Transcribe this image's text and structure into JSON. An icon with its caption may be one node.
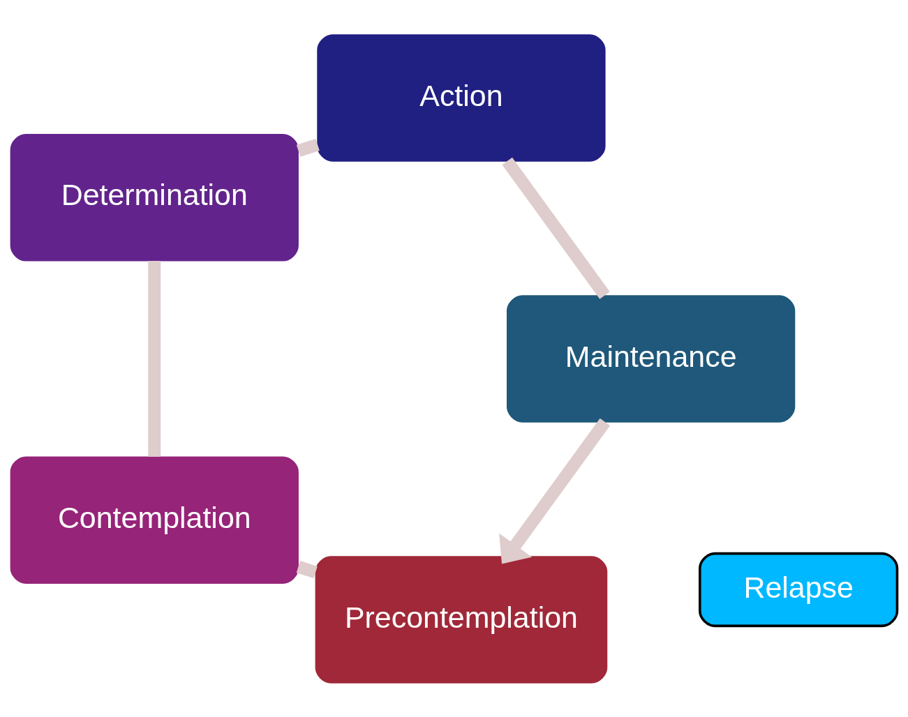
{
  "diagram": {
    "nodes": [
      {
        "text": [
          "Precontemplation"
        ]
      },
      {
        "text": [
          "Contemplation"
        ]
      },
      {
        "text": [
          "Determination"
        ]
      },
      {
        "text": [
          "Action"
        ]
      },
      {
        "text": [
          "Maintenance"
        ]
      },
      {
        "text": [
          "Relapse"
        ]
      }
    ],
    "edges": [
      {
        "from": 0,
        "to": 1,
        "arrow": "none"
      },
      {
        "from": 1,
        "to": 2,
        "arrow": "none"
      },
      {
        "from": 2,
        "to": 3,
        "arrow": "none"
      },
      {
        "from": 3,
        "to": 4,
        "arrow": "none"
      },
      {
        "from": 4,
        "to": 0,
        "arrow": "to"
      }
    ]
  }
}
